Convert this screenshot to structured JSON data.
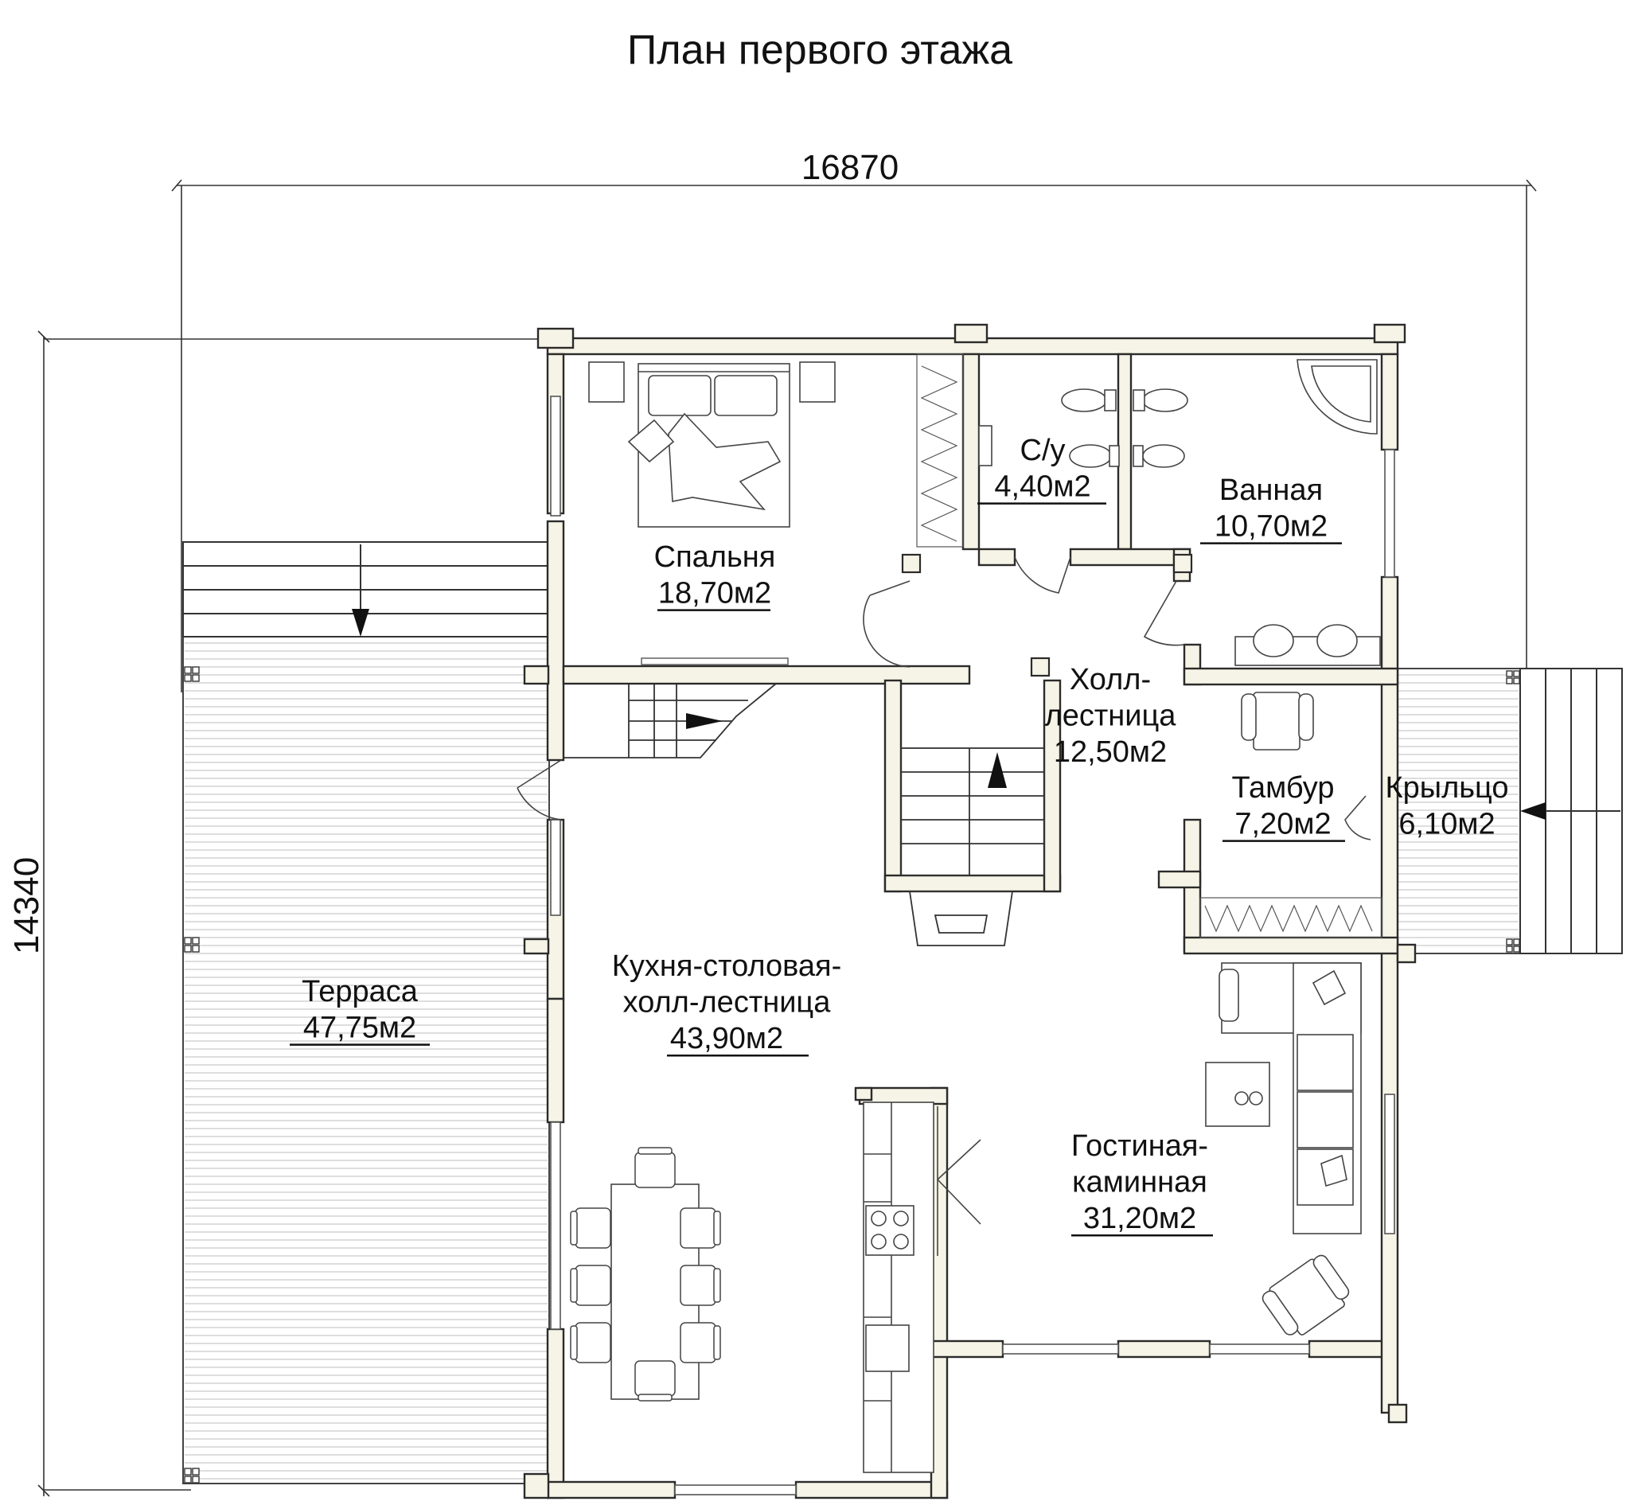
{
  "title": "План первого этажа",
  "dimensions": {
    "width": "16870",
    "height": "14340"
  },
  "rooms": [
    {
      "id": "bedroom",
      "name_lines": [
        "Спальня"
      ],
      "area": "18,70м2"
    },
    {
      "id": "wc",
      "name_lines": [
        "С/у"
      ],
      "area": "4,40м2"
    },
    {
      "id": "bath",
      "name_lines": [
        "Ванная"
      ],
      "area": "10,70м2"
    },
    {
      "id": "hall",
      "name_lines": [
        "Холл-",
        "лестница"
      ],
      "area": "12,50м2"
    },
    {
      "id": "vestibule",
      "name_lines": [
        "Тамбур"
      ],
      "area": "7,20м2"
    },
    {
      "id": "porch",
      "name_lines": [
        "Крыльцо"
      ],
      "area": "6,10м2"
    },
    {
      "id": "terrace",
      "name_lines": [
        "Терраса"
      ],
      "area": "47,75м2"
    },
    {
      "id": "kitchen",
      "name_lines": [
        "Кухня-столовая-",
        "холл-лестница"
      ],
      "area": "43,90м2"
    },
    {
      "id": "living",
      "name_lines": [
        "Гостиная-",
        "каминная"
      ],
      "area": "31,20м2"
    }
  ],
  "colors": {
    "wall_fill": "#f6f4e6",
    "wall_stroke": "#2b2b2b",
    "line": "#333333",
    "text": "#111111"
  }
}
